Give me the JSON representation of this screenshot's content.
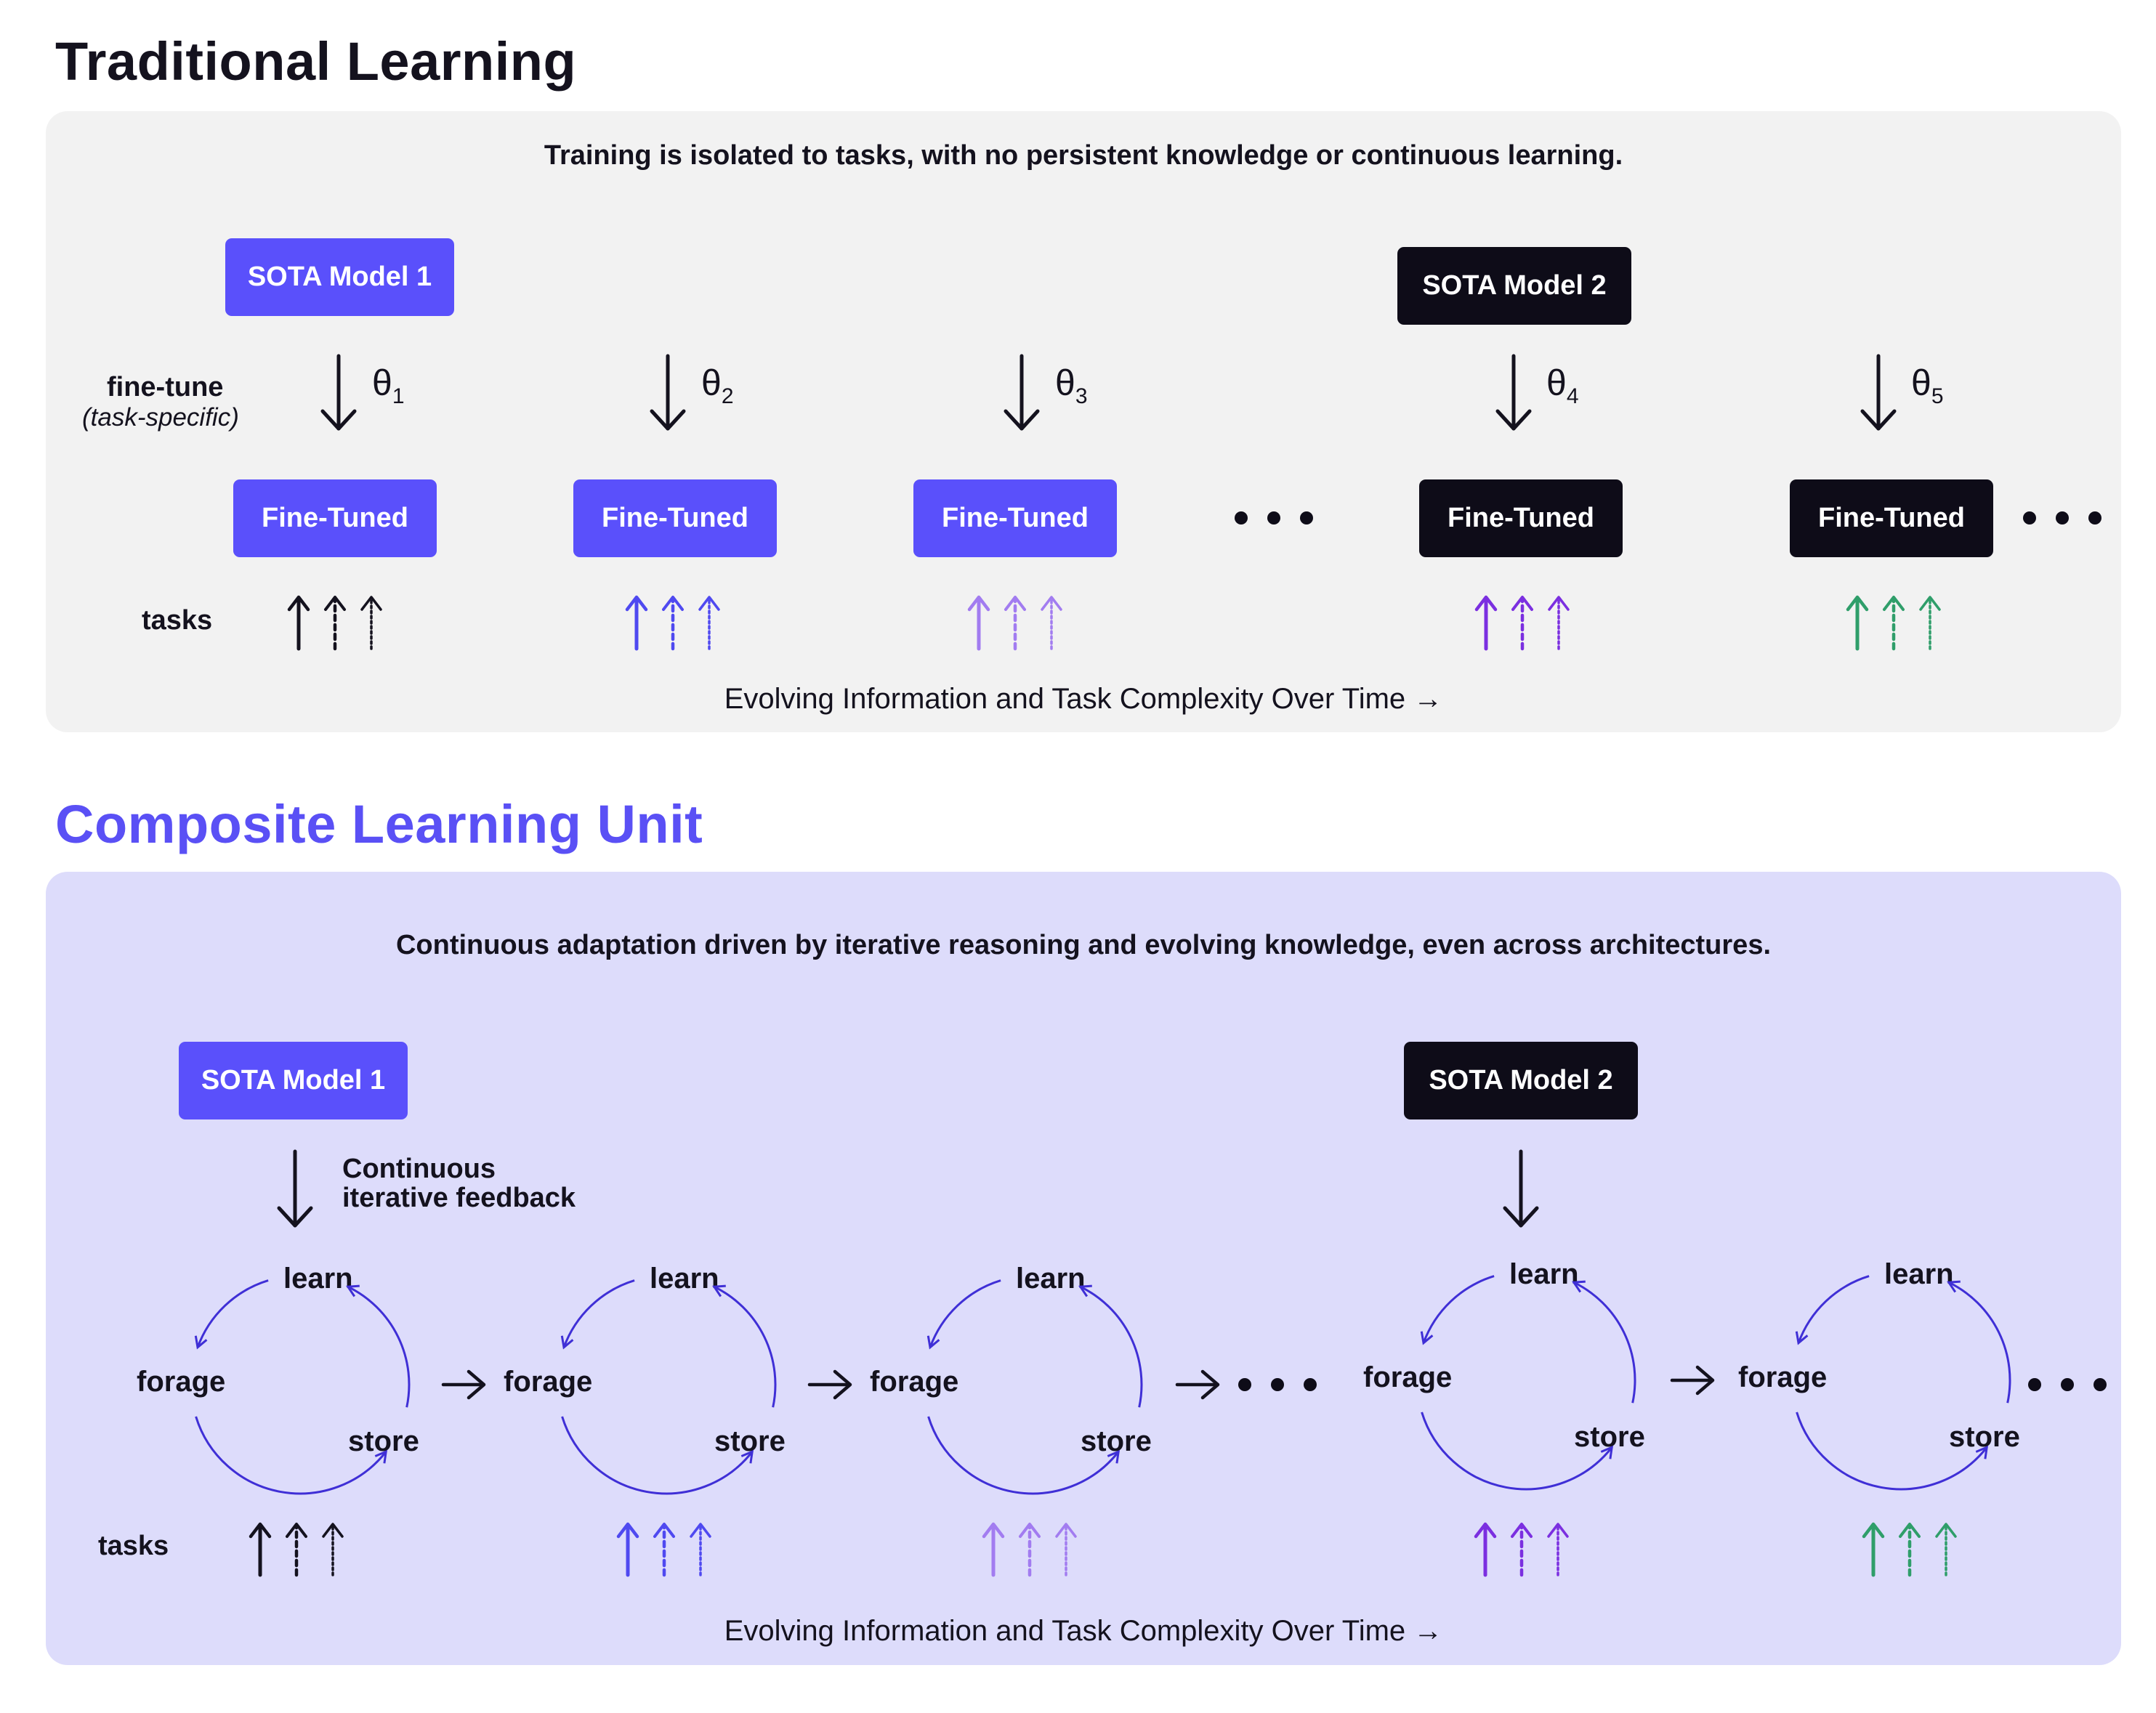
{
  "traditional": {
    "title": "Traditional Learning",
    "subtitle": "Training is isolated to tasks, with no persistent knowledge or continuous learning.",
    "sota1": "SOTA Model 1",
    "sota2": "SOTA Model 2",
    "finetune_label": "fine-tune",
    "finetune_sublabel": "(task-specific)",
    "theta_symbol": "θ",
    "theta_indices": [
      "1",
      "2",
      "3",
      "4",
      "5"
    ],
    "fine_tuned_label": "Fine-Tuned",
    "tasks_label": "tasks",
    "footer": "Evolving Information and Task Complexity Over Time →"
  },
  "composite": {
    "title": "Composite Learning Unit",
    "subtitle": "Continuous adaptation driven by iterative reasoning and evolving knowledge, even across architectures.",
    "sota1": "SOTA Model 1",
    "sota2": "SOTA Model 2",
    "feedback_line1": "Continuous",
    "feedback_line2": "iterative feedback",
    "cycle_labels": {
      "learn": "learn",
      "forage": "forage",
      "store": "store"
    },
    "tasks_label": "tasks",
    "footer": "Evolving Information and Task Complexity Over Time →"
  },
  "colors": {
    "blue_box": "#5a50fb",
    "black_box": "#0e0c18",
    "task_arrows": [
      "#14121e",
      "#4f49f0",
      "#a27cf0",
      "#7b2fe0",
      "#2f9e6a"
    ],
    "cycle_stroke": "#3f2fd6"
  }
}
